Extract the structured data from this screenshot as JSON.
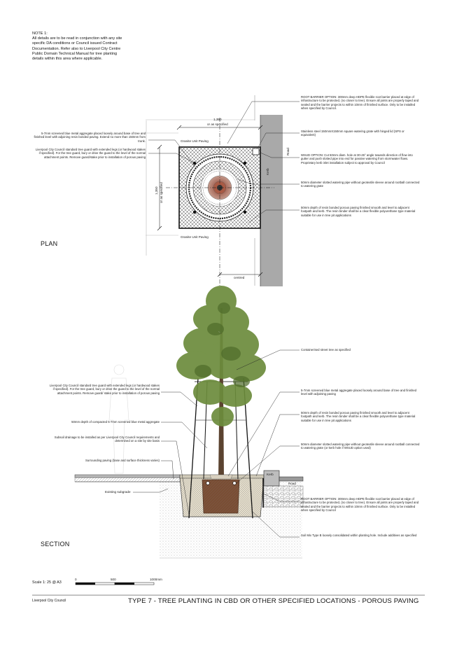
{
  "note": {
    "heading": "NOTE 1:",
    "lines": [
      "All details are to be read in conjunction with any site",
      "specific DA conditions or Council issued Contract",
      "Documentation. Refer also to Liverpool City Centre",
      "Public Domain Technical Manual for tree planting",
      "details within this area where applicable."
    ]
  },
  "plan": {
    "view_label": "PLAN",
    "dim_width": "1,350",
    "dim_width_note": "or as specified",
    "dim_height": "1,350",
    "dim_height_note": "or as specified",
    "paving_top": "Granite Unit Paving",
    "paving_bottom": "Granite Unit Paving",
    "kerb": "Kerb",
    "road": "Road",
    "centred": "centred",
    "ann_left": [
      "5-7mm screened blue metal aggregate placed loosely around base of tree and finished level with adjoining resin bonded paving. Extend no more than 150mm from trunk.",
      "Liverpool City Council standard tree guard with extended legs (or hardwood stakes if specified). For the tree guard, bury or drive the guard to the level of the normal attachment points. Remove guard/stake prior to installation of porous paving"
    ],
    "ann_right": [
      "ROOT BARRIER OPTION: 300mm deep HDPE flexible root barrier placed at edge of infrastructure to be protected, (no closer to tree). Ensure all joints are properly taped and sealed and the barrier projects to within 10mm of finished surface. Only to be installed when specified by Council.",
      "Stainless steel 150mmX150mm square watering grate with hinged lid (SPS or equivalent)",
      "WSUD OPTION: Cut 50mm diam. hole at 30-45° angle towards direction of flow into gutter and push slotted pipe into end for passive watering from stormwater flows. Proprietary kerb inlet installation subject to approval by Council",
      "50mm diameter slotted watering pipe without geotextile sleeve around rootball connected to watering grate",
      "50mm depth of resin bonded porous paving finished smooth and level to adjacent footpath and kerb. The resin binder shall be a clear flexible polyurethane type material suitable for use in tree pit applications"
    ]
  },
  "section": {
    "view_label": "SECTION",
    "kerb": "Kerb",
    "road": "Road",
    "existing_subgrade": "Existing subgrade",
    "ann_left": [
      "Liverpool City Council standard tree guard with extended legs (or hardwood stakes if specified). For the tree guard, bury or drive the guard to the level of the normal attachment points. Remove guard/ stake prior to installation of porous paving",
      "50mm depth of compacted 5-7mm screened blue metal aggregate",
      "Subsoil drainage to be installed as per Liverpool City Council requirements and determined on a site by site basis",
      "Surrounding paving (base and surface thickness varies)"
    ],
    "ann_right": [
      "Containerised street tree as specified",
      "5-7mm screened blue metal aggregate placed loosely around base of tree and finished level with adjoining paving",
      "50mm depth of resin bonded porous paving finished smooth and level to adjacent footpath and kerb. The resin binder shall be a clear flexible polyurethane type material suitable for use in tree pit applications",
      "50mm diameter slotted watering pipe without geotextile sleeve around rootball connected to watering grate (or kerb hole if WSUD option used)",
      "ROOT BARRIER OPTION: 300mm deep HDPE flexible root barrier placed at edge of infrastructure to be protected, (no closer to tree). Ensure all joints are properly taped and sealed and the barrier projects to within 10mm of finished surface. Only to be installed when specified by Council",
      "Soil Mix Type B loosely consolidated within planting hole. Include additives as specified"
    ]
  },
  "scale": {
    "label": "Scale 1: 25 @ A3",
    "ticks": [
      "0",
      "500",
      "1000mm"
    ]
  },
  "footer": {
    "org": "Liverpool City Council",
    "title": "TYPE 7 - TREE PLANTING IN CBD OR OTHER SPECIFIED LOCATIONS - POROUS PAVING"
  },
  "colors": {
    "kerb": "#a9a9a9",
    "soil": "#e9e2cf",
    "rootball": "#7a4e34",
    "foliage": "#6c8c3c",
    "trunk": "#5b4330"
  }
}
